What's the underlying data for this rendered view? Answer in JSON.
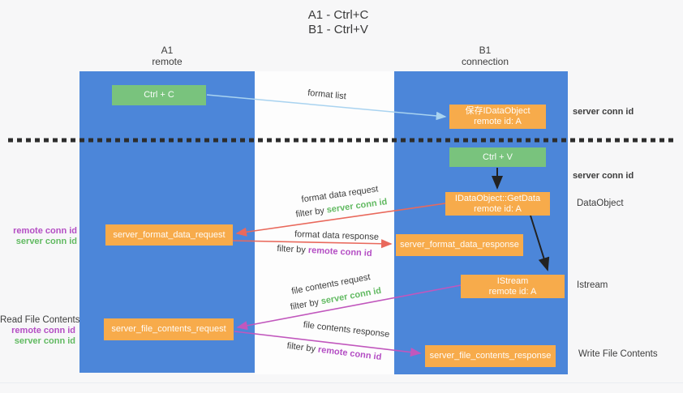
{
  "title": {
    "line1": "A1 - Ctrl+C",
    "line2": "B1 - Ctrl+V"
  },
  "lifelines": {
    "a1": {
      "id": "A1",
      "role": "remote"
    },
    "b1": {
      "id": "B1",
      "role": "connection"
    }
  },
  "nodes": {
    "ctrl_c": {
      "label": "Ctrl + C"
    },
    "ctrl_v": {
      "label": "Ctrl + V"
    },
    "save_dataobject": {
      "line1": "保存IDataObject",
      "line2": "remote id: A"
    },
    "getdata": {
      "line1": "IDataObject::GetData",
      "line2": "remote id: A"
    },
    "istream": {
      "line1": "IStream",
      "line2": "remote id: A"
    },
    "server_format_data_request": {
      "label": "server_format_data_request"
    },
    "server_format_data_response": {
      "label": "server_format_data_response"
    },
    "server_file_contents_request": {
      "label": "server_file_contents_request"
    },
    "server_file_contents_response": {
      "label": "server_file_contents_response"
    }
  },
  "arrows": {
    "format_list": {
      "label": "format list"
    },
    "format_data_request": {
      "label": "format data request",
      "filter_prefix": "filter by ",
      "filter_key": "server conn id"
    },
    "format_data_response": {
      "label": "format data response",
      "filter_prefix": "filter by ",
      "filter_key": "remote conn id"
    },
    "file_contents_request": {
      "label": "file contents request",
      "filter_prefix": "filter by ",
      "filter_key": "server conn id"
    },
    "file_contents_response": {
      "label": "file contents response",
      "filter_prefix": "filter by ",
      "filter_key": "remote conn id"
    }
  },
  "side_labels": {
    "server_conn_id": "server conn id",
    "remote_conn_id": "remote conn id",
    "dataobject": "DataObject",
    "istream": "Istream",
    "read_file_contents": "Read File Contents",
    "write_file_contents": "Write File Contents"
  },
  "colors": {
    "lifeline_blue": "#4c86d9",
    "node_orange": "#f7ab4b",
    "node_green": "#79c37d",
    "arrow_red": "#e9695c",
    "arrow_magenta": "#c157bd",
    "arrow_light_blue": "#a9d3f0",
    "arrow_black": "#222222",
    "text_green": "#62ba62",
    "text_magenta": "#b44ec4",
    "separator": "#2d2d2d"
  }
}
